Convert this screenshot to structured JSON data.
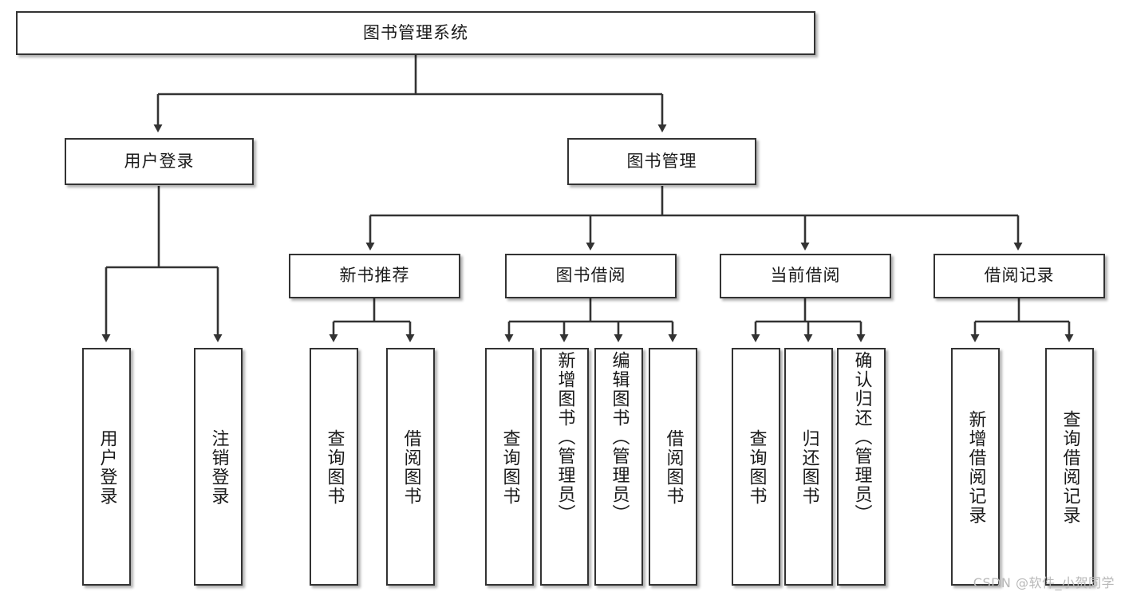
{
  "diagram": {
    "type": "tree-hierarchy",
    "title": "图书管理系统",
    "watermark": "CSDN @软件_小贺同学",
    "colors": {
      "box_border": "#333333",
      "box_fill": "#ffffff",
      "connector": "#333333",
      "text": "#1a1a1a",
      "watermark": "#b8b8b8",
      "background": "#ffffff"
    },
    "root": {
      "id": "root",
      "label": "图书管理系统"
    },
    "level2": [
      {
        "id": "user-login",
        "label": "用户登录"
      },
      {
        "id": "book-manage",
        "label": "图书管理"
      }
    ],
    "level3": [
      {
        "id": "new-book-recommend",
        "label": "新书推荐",
        "parent": "book-manage"
      },
      {
        "id": "book-borrow",
        "label": "图书借阅",
        "parent": "book-manage"
      },
      {
        "id": "current-borrow",
        "label": "当前借阅",
        "parent": "book-manage"
      },
      {
        "id": "borrow-record",
        "label": "借阅记录",
        "parent": "book-manage"
      }
    ],
    "leaves": {
      "user_login": [
        {
          "id": "leaf-user-login",
          "label": "用户登录"
        },
        {
          "id": "leaf-user-logout",
          "label": "注销登录"
        }
      ],
      "new_book_recommend": [
        {
          "id": "leaf-query-book-1",
          "label": "查询图书"
        },
        {
          "id": "leaf-borrow-book-1",
          "label": "借阅图书"
        }
      ],
      "book_borrow": [
        {
          "id": "leaf-query-book-2",
          "label": "查询图书"
        },
        {
          "id": "leaf-add-book",
          "label": "新增图书（管理员）"
        },
        {
          "id": "leaf-edit-book",
          "label": "编辑图书（管理员）"
        },
        {
          "id": "leaf-borrow-book-2",
          "label": "借阅图书"
        }
      ],
      "current_borrow": [
        {
          "id": "leaf-query-book-3",
          "label": "查询图书"
        },
        {
          "id": "leaf-return-book",
          "label": "归还图书"
        },
        {
          "id": "leaf-confirm-return",
          "label": "确认归还（管理员）"
        }
      ],
      "borrow_record": [
        {
          "id": "leaf-add-record",
          "label": "新增借阅记录"
        },
        {
          "id": "leaf-query-record",
          "label": "查询借阅记录"
        }
      ]
    }
  }
}
